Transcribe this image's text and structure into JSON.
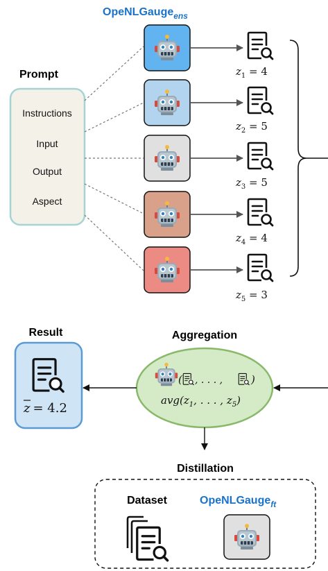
{
  "ensemble": {
    "title": "OpeNLGauge",
    "subscript": "ens"
  },
  "prompt": {
    "title": "Prompt",
    "items": [
      "Instructions",
      "Input",
      "Output",
      "Aspect"
    ]
  },
  "evaluators": [
    {
      "color": "#62b4f0",
      "score_label": "z",
      "index": "1",
      "value": "4"
    },
    {
      "color": "#b3d4ee",
      "score_label": "z",
      "index": "2",
      "value": "5"
    },
    {
      "color": "#e0e0e0",
      "score_label": "z",
      "index": "3",
      "value": "5"
    },
    {
      "color": "#d9a18a",
      "score_label": "z",
      "index": "4",
      "value": "4"
    },
    {
      "color": "#ec8b84",
      "score_label": "z",
      "index": "5",
      "value": "3"
    }
  ],
  "result": {
    "title": "Result",
    "formula_var": "z",
    "formula_value": "= 4.2"
  },
  "aggregation": {
    "title": "Aggregation",
    "line1_open": "(",
    "line1_mid": ", . . . ,",
    "line1_close": ")",
    "line2": "avg(z",
    "line2_sub1": "1",
    "line2_mid": ", . . . , z",
    "line2_sub2": "5",
    "line2_close": ")"
  },
  "distillation": {
    "title": "Distillation",
    "dataset_label": "Dataset",
    "model_title": "OpeNLGauge",
    "model_subscript": "ft"
  },
  "colors": {
    "accent_blue": "#1a73c9",
    "prompt_fill": "#f4f1e8",
    "prompt_border": "#a6d4d4",
    "result_fill": "#cfe4f4",
    "result_border": "#5b9bd5",
    "aggregation_fill": "#d5eac6",
    "aggregation_border": "#88b96a"
  },
  "icons": [
    "robot-icon",
    "document-search-icon",
    "document-stack-icon"
  ]
}
